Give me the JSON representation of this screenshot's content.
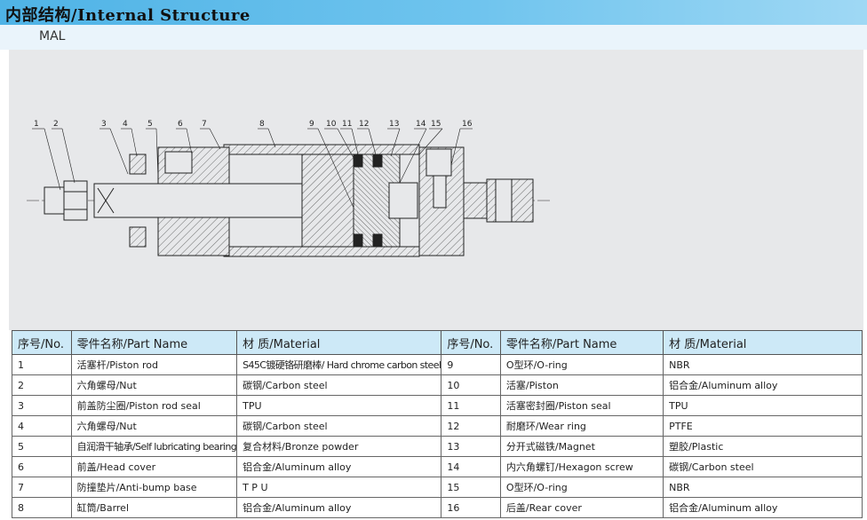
{
  "header": {
    "title": "内部结构/Internal Structure",
    "model": "MAL"
  },
  "drawing": {
    "callouts": [
      "1",
      "2",
      "3",
      "4",
      "5",
      "6",
      "7",
      "8",
      "9",
      "10",
      "11",
      "12",
      "13",
      "14",
      "15",
      "16"
    ]
  },
  "table": {
    "headers": [
      "序号/No.",
      "零件名称/Part Name",
      "材 质/Material",
      "序号/No.",
      "零件名称/Part Name",
      "材 质/Material"
    ],
    "rows": [
      [
        {
          "no": "1",
          "name": "活塞杆/Piston rod",
          "mat": "S45C镀硬铬研磨棒/ Hard chrome carbon steel"
        },
        {
          "no": "9",
          "name": "O型环/O-ring",
          "mat": "NBR"
        }
      ],
      [
        {
          "no": "2",
          "name": "六角螺母/Nut",
          "mat": "碳钢/Carbon steel"
        },
        {
          "no": "10",
          "name": "活塞/Piston",
          "mat": "铝合金/Aluminum alloy"
        }
      ],
      [
        {
          "no": "3",
          "name": "前盖防尘圈/Piston rod seal",
          "mat": "TPU"
        },
        {
          "no": "11",
          "name": "活塞密封圈/Piston seal",
          "mat": "TPU"
        }
      ],
      [
        {
          "no": "4",
          "name": "六角螺母/Nut",
          "mat": "碳钢/Carbon steel"
        },
        {
          "no": "12",
          "name": "耐磨环/Wear ring",
          "mat": "PTFE"
        }
      ],
      [
        {
          "no": "5",
          "name": "自润滑干轴承/Self lubricating bearing",
          "mat": "复合材料/Bronze powder"
        },
        {
          "no": "13",
          "name": "分开式磁铁/Magnet",
          "mat": "塑胶/Plastic"
        }
      ],
      [
        {
          "no": "6",
          "name": "前盖/Head cover",
          "mat": "铝合金/Aluminum alloy"
        },
        {
          "no": "14",
          "name": "内六角螺钉/Hexagon screw",
          "mat": "碳钢/Carbon steel"
        }
      ],
      [
        {
          "no": "7",
          "name": "防撞垫片/Anti-bump base",
          "mat": "T P U"
        },
        {
          "no": "15",
          "name": "O型环/O-ring",
          "mat": "NBR"
        }
      ],
      [
        {
          "no": "8",
          "name": "缸筒/Barrel",
          "mat": "铝合金/Aluminum alloy"
        },
        {
          "no": "16",
          "name": "后盖/Rear cover",
          "mat": "铝合金/Aluminum alloy"
        }
      ]
    ]
  }
}
